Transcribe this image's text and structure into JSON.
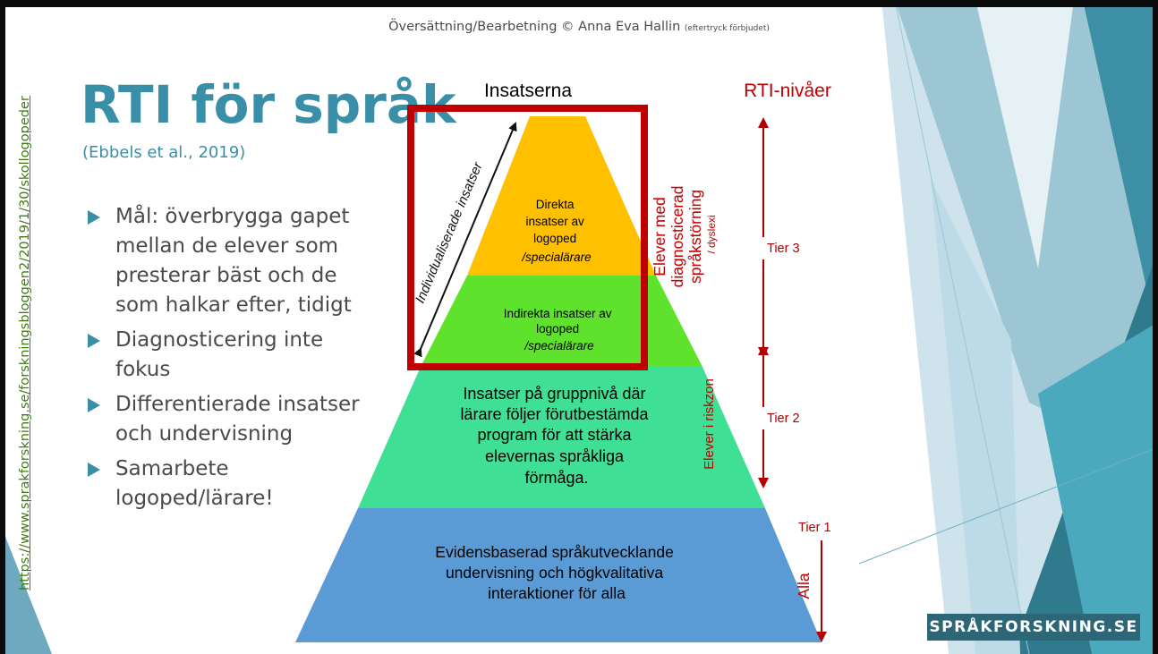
{
  "slide": {
    "side_url": "https://www.sprakforskning.se/forskningsbloggen2/2019/1/30/skollogopeder",
    "copyright_main": "Översättning/Bearbetning © Anna Eva Hallin",
    "copyright_note": "(eftertryck förbjudet)",
    "title": "RTI för språk",
    "citation": "(Ebbels et al., 2019)",
    "bullets": [
      "Mål: överbrygga gapet mellan de elever som presterar bäst och de som halkar efter, tidigt",
      "Diagnosticering inte fokus",
      "Differentierade insatser och undervisning",
      "Samarbete logoped/lärare!"
    ],
    "badge": "SPRÅKFORSKNING.SE"
  },
  "diagram": {
    "header_left": "Insatserna",
    "header_right": "RTI-nivåer",
    "arrow_label": "Individualiserade insatser",
    "top_lines": [
      "Direkta",
      "insatser av",
      "logoped"
    ],
    "top_italic": "/specialärare",
    "mid_lines": [
      "Indirekta insatser av",
      "logoped"
    ],
    "mid_italic": "/specialärare",
    "tier2_lines": [
      "Insatser på gruppnivå där",
      "lärare följer förutbestämda",
      "program för att stärka",
      "elevernas språkliga",
      "förmåga."
    ],
    "tier1_lines": [
      "Evidensbaserad språkutvecklande",
      "undervisning och högkvalitativa",
      "interaktioner för alla"
    ],
    "level3_lines": [
      "Elever med",
      "diagnosticerad",
      "språkstörning"
    ],
    "level3_small": "/ dyslexi",
    "level2_label": "Elever i riskzon",
    "level1_label": "Alla",
    "tier3": "Tier 3",
    "tier2": "Tier 2",
    "tier1": "Tier 1"
  },
  "colors": {
    "title": "#3a8fa8",
    "tier3_top": "#ffc000",
    "tier3_bottom": "#5ee22c",
    "tier2": "#3fe095",
    "tier1": "#5b9bd5",
    "highlight_box": "#c00000",
    "rti_red": "#c00000",
    "link_green": "#3f7b12",
    "badge_bg": "#2d6676"
  }
}
